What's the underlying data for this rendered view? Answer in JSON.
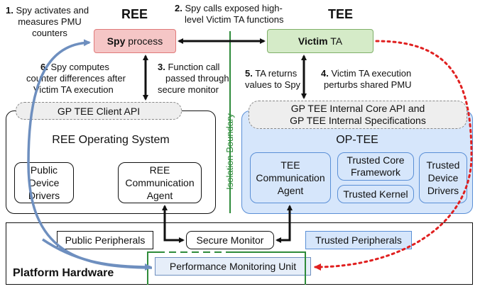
{
  "headers": {
    "ree": "REE",
    "tee": "TEE"
  },
  "steps": {
    "s1_num": "1.",
    "s1_line1": "Spy activates and",
    "s1_line2": "measures PMU",
    "s1_line3": "counters",
    "s2_num": "2.",
    "s2_line1": "Spy calls exposed high-",
    "s2_line2": "level Victim TA functions",
    "s3_num": "3.",
    "s3_line1": "Function call",
    "s3_line2": "passed through",
    "s3_line3": "secure monitor",
    "s4_num": "4.",
    "s4_line1": "Victim TA execution",
    "s4_line2": "perturbs shared PMU",
    "s5_num": "5.",
    "s5_line1": "TA returns",
    "s5_line2": "values to Spy",
    "s6_num": "6.",
    "s6_line1": "Spy computes",
    "s6_line2": "counter differences after",
    "s6_line3": "Victim TA execution"
  },
  "nodes": {
    "spy_bold": "Spy",
    "spy_rest": " process",
    "victim_bold": "Victim",
    "victim_rest": " TA",
    "gp_client": "GP TEE Client API",
    "ree_os": "REE Operating System",
    "public_drivers_1": "Public Device",
    "public_drivers_2": "Drivers",
    "ree_agent_1": "REE",
    "ree_agent_2": "Communication",
    "ree_agent_3": "Agent",
    "isolation": "Isolation Boundary",
    "gp_internal_1": "GP TEE Internal Core API and",
    "gp_internal_2": "GP TEE Internal Specifications",
    "optee": "OP-TEE",
    "tee_agent_1": "TEE",
    "tee_agent_2": "Communication",
    "tee_agent_3": "Agent",
    "core_fw_1": "Trusted Core",
    "core_fw_2": "Framework",
    "trusted_kernel": "Trusted Kernel",
    "trusted_drivers_1": "Trusted",
    "trusted_drivers_2": "Device",
    "trusted_drivers_3": "Drivers",
    "public_peripherals": "Public Peripherals",
    "secure_monitor": "Secure Monitor",
    "trusted_peripherals": "Trusted Peripherals",
    "platform_hardware": "Platform Hardware",
    "pmu": "Performance Monitoring Unit"
  },
  "colors": {
    "spy_fill": "#f5c6c6",
    "spy_border": "#e07a7a",
    "victim_fill": "#d5ebc8",
    "victim_border": "#7fb069",
    "tee_fill": "#d6e6fb",
    "tee_border": "#5a8fd6",
    "gray_fill": "#eeeeee",
    "gray_border": "#888888",
    "boundary": "#2e8b3a",
    "blue_arrow": "#6e8fbf",
    "red_arrow": "#e02020"
  }
}
